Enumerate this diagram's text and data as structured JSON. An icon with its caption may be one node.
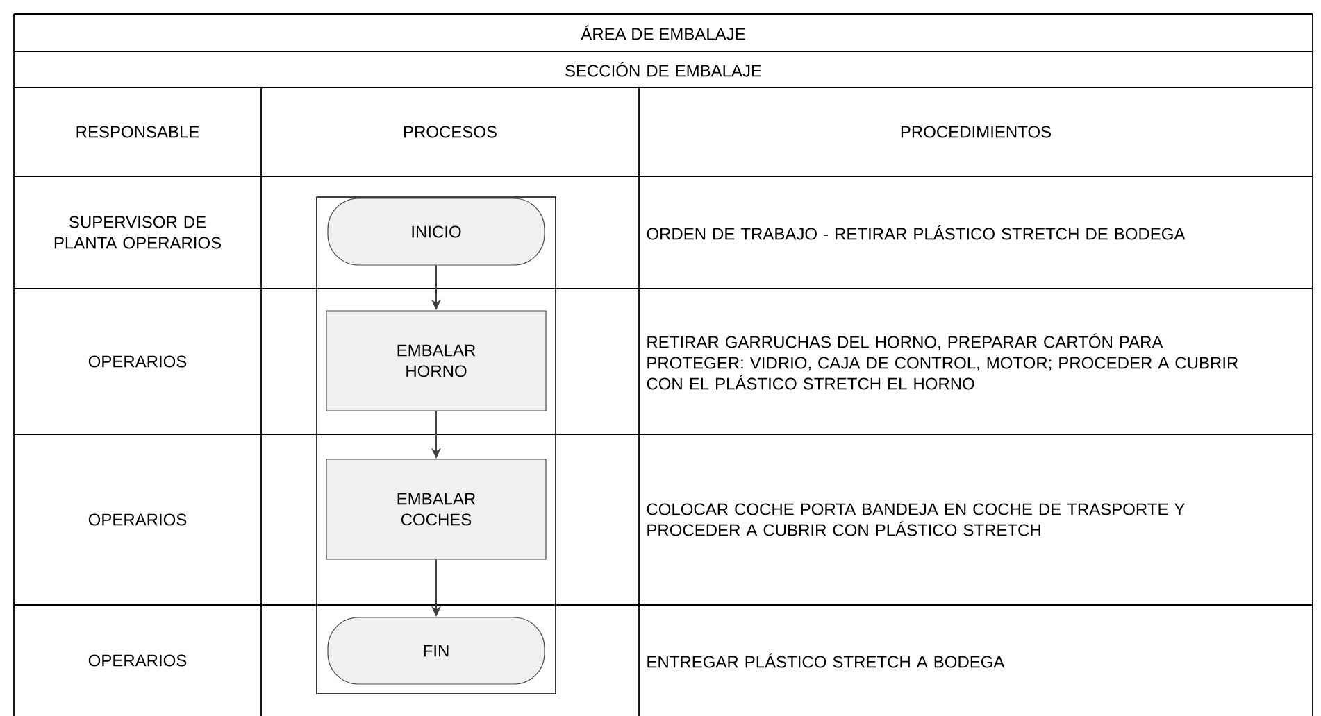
{
  "diagram": {
    "title": "ÁREA DE EMBALAJE",
    "nodes": [
      {
        "text": [],
        "shape": "box"
      },
      {
        "text": [
          "INICIO"
        ],
        "in": 0
      },
      {
        "text": [
          "EMBALAR HORNO"
        ],
        "in": 0
      },
      {
        "text": [
          "EMBALAR COCHES"
        ],
        "in": 0
      },
      {
        "text": [
          "FIN"
        ],
        "in": 0
      }
    ],
    "edges": [
      {
        "from": 1,
        "to": 2,
        "arrow": "to"
      },
      {
        "from": 2,
        "to": 3,
        "arrow": "to"
      },
      {
        "from": 3,
        "to": 4,
        "arrow": "to"
      }
    ],
    "labels": [
      "SECCIÓN DE EMBALAJE",
      "RESPONSABLE",
      "PROCESOS",
      "PROCEDIMIENTOS",
      "SUPERVISOR DE PLANTA OPERARIOS",
      "ORDEN DE TRABAJO - RETIRAR PLÁSTICO STRETCH DE BODEGA",
      "OPERARIOS",
      "RETIRAR GARRUCHAS DEL HORNO, PREPARAR CARTÓN PARA PROTEGER: VIDRIO, CAJA DE CONTROL, MOTOR; PROCEDER A CUBRIR CON EL PLÁSTICO STRETCH EL HORNO",
      "OPERARIOS",
      "COLOCAR COCHE PORTA BANDEJA EN COCHE DE TRASPORTE Y PROCEDER A CUBRIR CON PLÁSTICO STRETCH",
      "OPERARIOS",
      "ENTREGAR PLÁSTICO STRETCH A BODEGA"
    ]
  }
}
